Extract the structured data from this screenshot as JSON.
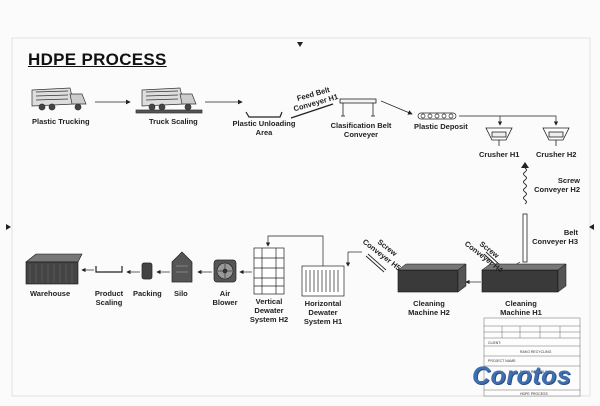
{
  "title": "HDPE PROCESS",
  "nodes": {
    "plastic_trucking": "Plastic Trucking",
    "truck_scaling": "Truck Scaling",
    "plastic_unloading_line1": "Plastic Unloading",
    "plastic_unloading_line2": "Area",
    "feed_belt_line1": "Feed Belt",
    "feed_belt_line2": "Conveyer H1",
    "classification_line1": "Clasification Belt",
    "classification_line2": "Conveyer",
    "plastic_deposit": "Plastic Deposit",
    "crusher_h1": "Crusher H1",
    "crusher_h2": "Crusher H2",
    "screw_conveyer_h2_line1": "Screw",
    "screw_conveyer_h2_line2": "Conveyer H2",
    "belt_conveyer_h3_line1": "Belt",
    "belt_conveyer_h3_line2": "Conveyer H3",
    "screw_conveyer_h4_line1": "Screw",
    "screw_conveyer_h4_line2": "Conveyer H4",
    "screw_conveyer_h5_line1": "Screw",
    "screw_conveyer_h5_line2": "Conveyer H5",
    "cleaning_h1_line1": "Cleaning",
    "cleaning_h1_line2": "Machine H1",
    "cleaning_h2_line1": "Cleaning",
    "cleaning_h2_line2": "Machine H2",
    "horizontal_dewater_line1": "Horizontal",
    "horizontal_dewater_line2": "Dewater",
    "horizontal_dewater_line3": "System H1",
    "vertical_dewater_line1": "Vertical",
    "vertical_dewater_line2": "Dewater",
    "vertical_dewater_line3": "System H2",
    "air_blower_line1": "Air",
    "air_blower_line2": "Blower",
    "silo": "Silo",
    "packing": "Packing",
    "product_scaling_line1": "Product",
    "product_scaling_line2": "Scaling",
    "warehouse": "Warehouse"
  },
  "title_block": {
    "client_label": "CLIENT:",
    "client_value": "RAKO RECYCLING",
    "project_name_label": "PROJECT NAME:",
    "project_value": "RAKO RECYCLING",
    "drawing_title": "HDPE PROCESS"
  },
  "watermark": "Corotos"
}
